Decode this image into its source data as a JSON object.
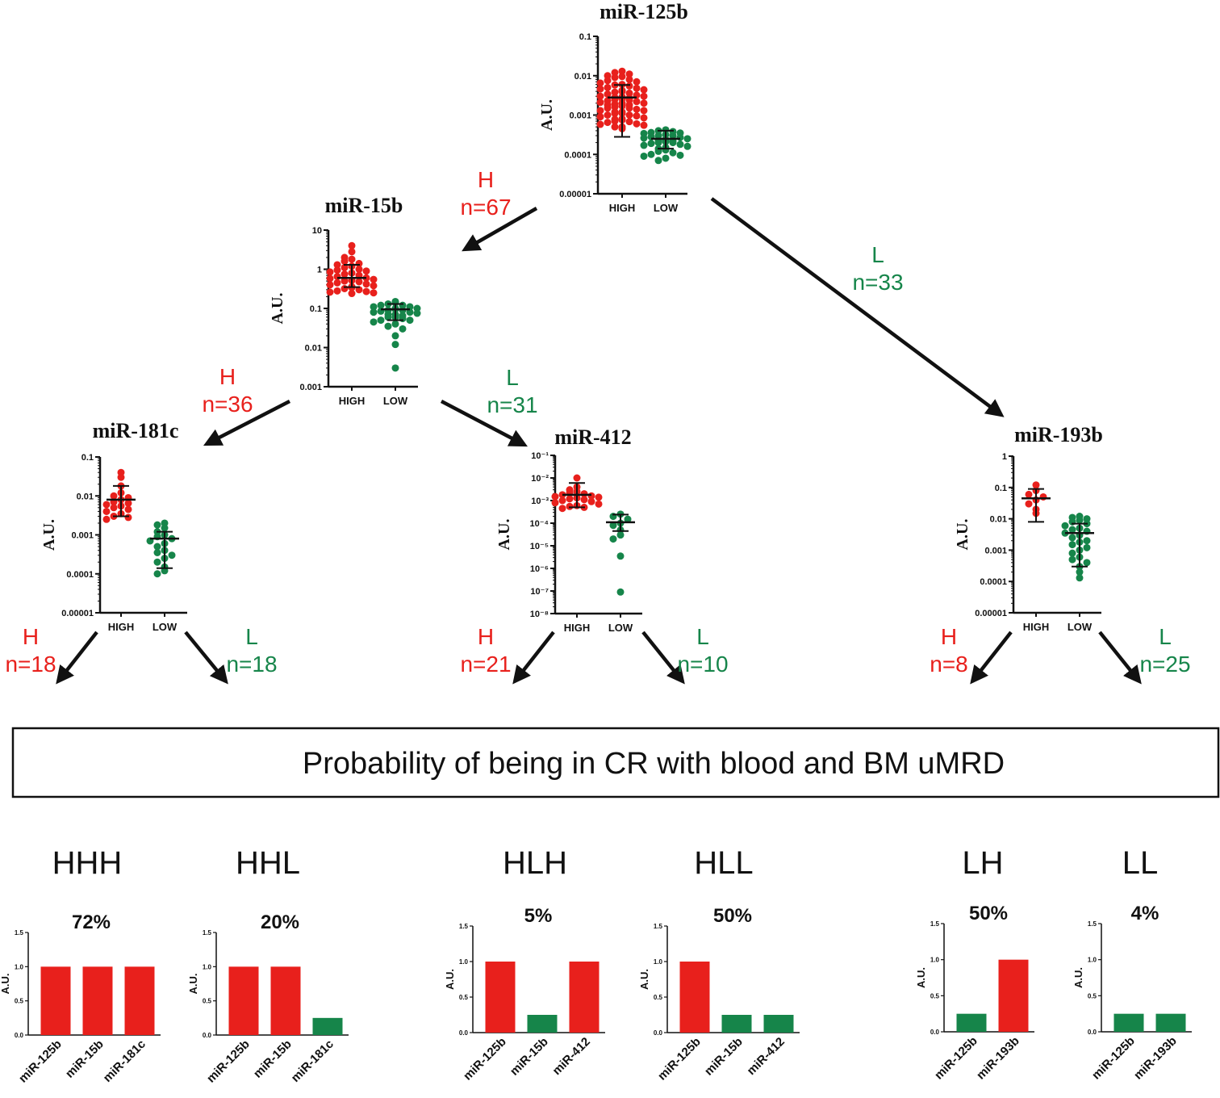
{
  "colors": {
    "high": "#e8201c",
    "low": "#16854a",
    "axis": "#111111",
    "arrow": "#111111"
  },
  "banner": {
    "text": "Probability of being in CR with blood and BM uMRD"
  },
  "tree_arrows": [
    {
      "letter": "H",
      "count": "n=67",
      "color": "high"
    },
    {
      "letter": "L",
      "count": "n=33",
      "color": "low"
    },
    {
      "letter": "H",
      "count": "n=36",
      "color": "high"
    },
    {
      "letter": "L",
      "count": "n=31",
      "color": "low"
    },
    {
      "letter": "H",
      "count": "n=18",
      "color": "high"
    },
    {
      "letter": "L",
      "count": "n=18",
      "color": "low"
    },
    {
      "letter": "H",
      "count": "n=21",
      "color": "high"
    },
    {
      "letter": "L",
      "count": "n=10",
      "color": "low"
    },
    {
      "letter": "H",
      "count": "n=8",
      "color": "high"
    },
    {
      "letter": "L",
      "count": "n=25",
      "color": "low"
    }
  ],
  "chart_data": [
    {
      "type": "scatter",
      "title": "miR-125b",
      "ylabel": "A.U.",
      "yscale": "log",
      "ylim": [
        1e-05,
        0.1
      ],
      "yticks": [
        "0.00001",
        "0.0001",
        "0.001",
        "0.01",
        "0.1"
      ],
      "categories": [
        "HIGH",
        "LOW"
      ],
      "series": [
        {
          "name": "HIGH",
          "values": [
            0.013,
            0.012,
            0.011,
            0.01,
            0.0095,
            0.009,
            0.008,
            0.0075,
            0.007,
            0.0065,
            0.006,
            0.0058,
            0.0055,
            0.005,
            0.0048,
            0.0046,
            0.0044,
            0.0042,
            0.004,
            0.0038,
            0.0036,
            0.0034,
            0.0032,
            0.003,
            0.003,
            0.0029,
            0.0028,
            0.0027,
            0.0026,
            0.0025,
            0.0024,
            0.0023,
            0.0022,
            0.0021,
            0.002,
            0.002,
            0.0019,
            0.0018,
            0.0018,
            0.0017,
            0.0016,
            0.0015,
            0.0015,
            0.0014,
            0.0013,
            0.0013,
            0.0012,
            0.0012,
            0.0011,
            0.0011,
            0.001,
            0.001,
            0.00095,
            0.0009,
            0.00085,
            0.0008,
            0.00078,
            0.00075,
            0.0007,
            0.00068,
            0.00065,
            0.0006,
            0.00058,
            0.00055,
            0.0005,
            0.0005,
            0.00045
          ],
          "mean": 0.0028,
          "sd_low": 0.00028,
          "sd_high": 0.0058
        },
        {
          "name": "LOW",
          "values": [
            0.00042,
            0.0004,
            0.00038,
            0.00036,
            0.00035,
            0.00034,
            0.00032,
            0.0003,
            0.0003,
            0.00028,
            0.00027,
            0.00026,
            0.00025,
            0.00024,
            0.00023,
            0.00022,
            0.00021,
            0.0002,
            0.0002,
            0.00019,
            0.00018,
            0.00017,
            0.00016,
            0.00015,
            0.00014,
            0.00013,
            0.00012,
            0.00011,
            0.0001,
            9.5e-05,
            9e-05,
            8e-05,
            7e-05
          ],
          "mean": 0.00025,
          "sd_low": 0.00014,
          "sd_high": 0.0004
        }
      ]
    },
    {
      "type": "scatter",
      "title": "miR-15b",
      "ylabel": "A.U.",
      "yscale": "log",
      "ylim": [
        0.001,
        10
      ],
      "yticks": [
        "0.001",
        "0.01",
        "0.1",
        "1",
        "10"
      ],
      "categories": [
        "HIGH",
        "LOW"
      ],
      "series": [
        {
          "name": "HIGH",
          "values": [
            4,
            2.8,
            2,
            1.8,
            1.6,
            1.4,
            1.3,
            1.2,
            1.1,
            1,
            0.95,
            0.9,
            0.85,
            0.8,
            0.75,
            0.7,
            0.65,
            0.6,
            0.58,
            0.55,
            0.52,
            0.5,
            0.48,
            0.45,
            0.42,
            0.4,
            0.38,
            0.36,
            0.34,
            0.32,
            0.3,
            0.28,
            0.27,
            0.26,
            0.25,
            0.24
          ],
          "mean": 0.6,
          "sd_low": 0.35,
          "sd_high": 1.3
        },
        {
          "name": "LOW",
          "values": [
            0.15,
            0.14,
            0.13,
            0.12,
            0.12,
            0.11,
            0.11,
            0.1,
            0.1,
            0.095,
            0.09,
            0.09,
            0.085,
            0.08,
            0.08,
            0.075,
            0.07,
            0.07,
            0.065,
            0.06,
            0.06,
            0.055,
            0.05,
            0.05,
            0.045,
            0.04,
            0.035,
            0.03,
            0.02,
            0.012,
            0.003
          ],
          "mean": 0.095,
          "sd_low": 0.05,
          "sd_high": 0.13
        }
      ]
    },
    {
      "type": "scatter",
      "title": "miR-181c",
      "ylabel": "A.U.",
      "yscale": "log",
      "ylim": [
        1e-05,
        0.1
      ],
      "yticks": [
        "0.00001",
        "0.0001",
        "0.001",
        "0.01",
        "0.1"
      ],
      "categories": [
        "HIGH",
        "LOW"
      ],
      "series": [
        {
          "name": "HIGH",
          "values": [
            0.04,
            0.03,
            0.018,
            0.012,
            0.01,
            0.009,
            0.008,
            0.007,
            0.0065,
            0.006,
            0.0055,
            0.005,
            0.0045,
            0.004,
            0.0035,
            0.003,
            0.0028,
            0.0025
          ],
          "mean": 0.008,
          "sd_low": 0.003,
          "sd_high": 0.018
        },
        {
          "name": "LOW",
          "values": [
            0.002,
            0.0018,
            0.0015,
            0.0012,
            0.001,
            0.0009,
            0.0008,
            0.0007,
            0.0006,
            0.0005,
            0.0004,
            0.00035,
            0.0003,
            0.00025,
            0.0002,
            0.00015,
            0.00012,
            0.0001
          ],
          "mean": 0.0008,
          "sd_low": 0.00014,
          "sd_high": 0.0012
        }
      ]
    },
    {
      "type": "scatter",
      "title": "miR-412",
      "ylabel": "A.U.",
      "yscale": "log",
      "ylim": [
        1e-08,
        0.1
      ],
      "yticks": [
        "10⁻⁸",
        "10⁻⁷",
        "10⁻⁶",
        "10⁻⁵",
        "10⁻⁴",
        "10⁻³",
        "10⁻²",
        "10⁻¹"
      ],
      "categories": [
        "HIGH",
        "LOW"
      ],
      "series": [
        {
          "name": "HIGH",
          "values": [
            0.01,
            0.004,
            0.003,
            0.0025,
            0.0022,
            0.002,
            0.0018,
            0.0016,
            0.0015,
            0.0014,
            0.0013,
            0.0012,
            0.0011,
            0.001,
            0.0009,
            0.0008,
            0.0007,
            0.0006,
            0.00055,
            0.0005,
            0.00045
          ],
          "mean": 0.0018,
          "sd_low": 0.0005,
          "sd_high": 0.006
        },
        {
          "name": "LOW",
          "values": [
            0.00025,
            0.0002,
            0.00015,
            0.0001,
            8e-05,
            5e-05,
            3e-05,
            2e-05,
            3.5e-06,
            9e-08
          ],
          "mean": 0.00011,
          "sd_low": 4.5e-05,
          "sd_high": 0.00024
        }
      ]
    },
    {
      "type": "scatter",
      "title": "miR-193b",
      "ylabel": "A.U.",
      "yscale": "log",
      "ylim": [
        1e-05,
        1
      ],
      "yticks": [
        "0.00001",
        "0.0001",
        "0.001",
        "0.01",
        "0.1",
        "1"
      ],
      "categories": [
        "HIGH",
        "LOW"
      ],
      "series": [
        {
          "name": "HIGH",
          "values": [
            0.12,
            0.08,
            0.06,
            0.05,
            0.04,
            0.03,
            0.02,
            0.015
          ],
          "mean": 0.045,
          "sd_low": 0.008,
          "sd_high": 0.09
        },
        {
          "name": "LOW",
          "values": [
            0.012,
            0.011,
            0.01,
            0.009,
            0.008,
            0.007,
            0.006,
            0.005,
            0.0045,
            0.004,
            0.0035,
            0.003,
            0.0025,
            0.002,
            0.0018,
            0.0015,
            0.0012,
            0.001,
            0.0008,
            0.0006,
            0.0005,
            0.0004,
            0.0003,
            0.0002,
            0.00013
          ],
          "mean": 0.0035,
          "sd_low": 0.0003,
          "sd_high": 0.007
        }
      ]
    },
    {
      "type": "bar",
      "group": "HHH",
      "probability": "72%",
      "ylabel": "A.U.",
      "ylim": [
        0,
        1.5
      ],
      "yticks": [
        "0.0",
        "0.5",
        "1.0",
        "1.5"
      ],
      "categories": [
        "miR-125b",
        "miR-15b",
        "miR-181c"
      ],
      "values": [
        1,
        1,
        1
      ],
      "colors": [
        "high",
        "high",
        "high"
      ]
    },
    {
      "type": "bar",
      "group": "HHL",
      "probability": "20%",
      "ylabel": "A.U.",
      "ylim": [
        0,
        1.5
      ],
      "yticks": [
        "0.0",
        "0.5",
        "1.0",
        "1.5"
      ],
      "categories": [
        "miR-125b",
        "miR-15b",
        "miR-181c"
      ],
      "values": [
        1,
        1,
        0.25
      ],
      "colors": [
        "high",
        "high",
        "low"
      ]
    },
    {
      "type": "bar",
      "group": "HLH",
      "probability": "5%",
      "ylabel": "A.U.",
      "ylim": [
        0,
        1.5
      ],
      "yticks": [
        "0.0",
        "0.5",
        "1.0",
        "1.5"
      ],
      "categories": [
        "miR-125b",
        "miR-15b",
        "miR-412"
      ],
      "values": [
        1,
        0.25,
        1
      ],
      "colors": [
        "high",
        "low",
        "high"
      ]
    },
    {
      "type": "bar",
      "group": "HLL",
      "probability": "50%",
      "ylabel": "A.U.",
      "ylim": [
        0,
        1.5
      ],
      "yticks": [
        "0.0",
        "0.5",
        "1.0",
        "1.5"
      ],
      "categories": [
        "miR-125b",
        "miR-15b",
        "miR-412"
      ],
      "values": [
        1,
        0.25,
        0.25
      ],
      "colors": [
        "high",
        "low",
        "low"
      ]
    },
    {
      "type": "bar",
      "group": "LH",
      "probability": "50%",
      "ylabel": "A.U.",
      "ylim": [
        0,
        1.5
      ],
      "yticks": [
        "0.0",
        "0.5",
        "1.0",
        "1.5"
      ],
      "categories": [
        "miR-125b",
        "miR-193b"
      ],
      "values": [
        0.25,
        1
      ],
      "colors": [
        "low",
        "high"
      ]
    },
    {
      "type": "bar",
      "group": "LL",
      "probability": "4%",
      "ylabel": "A.U.",
      "ylim": [
        0,
        1.5
      ],
      "yticks": [
        "0.0",
        "0.5",
        "1.0",
        "1.5"
      ],
      "categories": [
        "miR-125b",
        "miR-193b"
      ],
      "values": [
        0.25,
        0.25
      ],
      "colors": [
        "low",
        "low"
      ]
    }
  ]
}
